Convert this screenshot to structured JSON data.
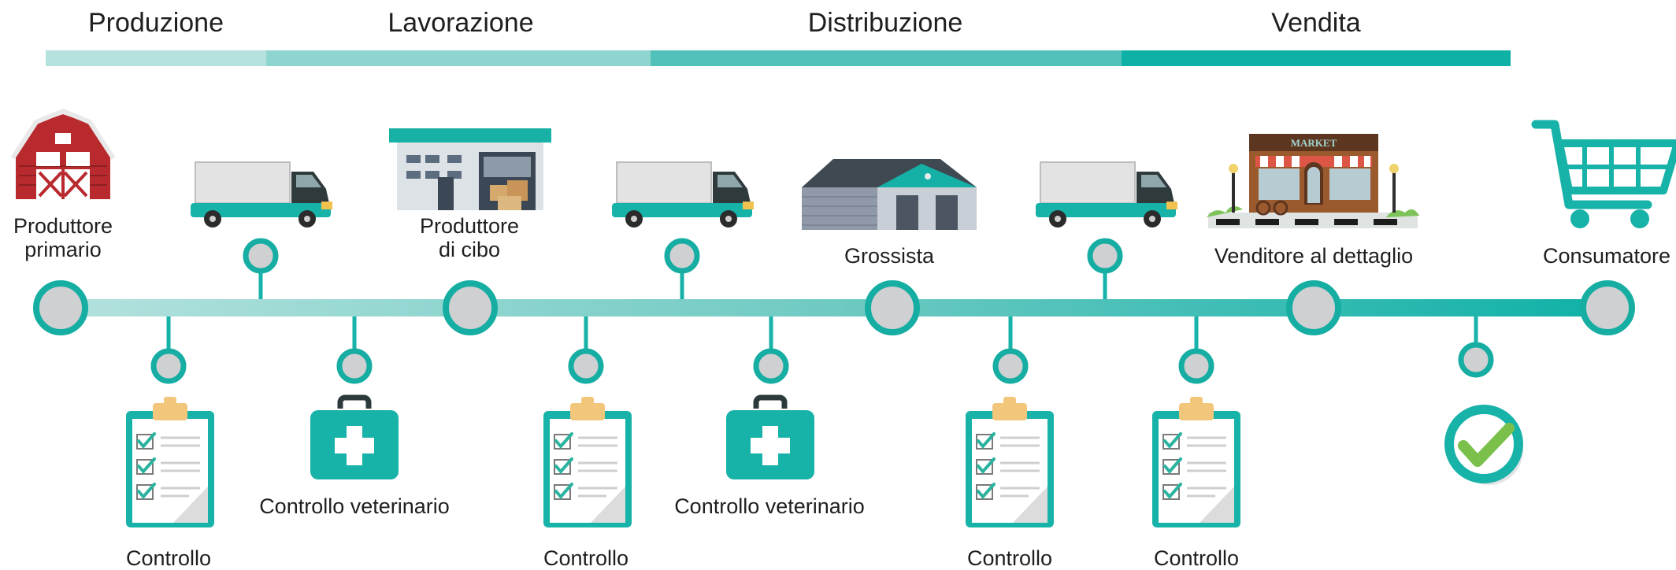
{
  "phases": [
    {
      "label": "Produzione",
      "color": "#a8ddd9"
    },
    {
      "label": "Lavorazione",
      "color": "#7fcfc8"
    },
    {
      "label": "Distribuzione",
      "color": "#45bdb4"
    },
    {
      "label": "Vendita",
      "color": "#0fb1a7"
    }
  ],
  "stages": [
    {
      "label": "Produttore primario",
      "icon": "barn-icon"
    },
    {
      "label": "Produttore di cibo",
      "icon": "factory-icon"
    },
    {
      "label": "Grossista",
      "icon": "warehouse-icon"
    },
    {
      "label": "Venditore al dettaglio",
      "icon": "market-shop-icon",
      "sign": "MARKET"
    },
    {
      "label": "Consumatore",
      "icon": "shopping-cart-icon"
    }
  ],
  "transports": [
    {
      "icon": "truck-icon"
    },
    {
      "icon": "truck-icon"
    },
    {
      "icon": "truck-icon"
    }
  ],
  "checks": [
    {
      "label": "Controllo",
      "icon": "clipboard-checklist-icon"
    },
    {
      "label": "Controllo veterinario",
      "icon": "medical-kit-icon"
    },
    {
      "label": "Controllo",
      "icon": "clipboard-checklist-icon"
    },
    {
      "label": "Controllo veterinario",
      "icon": "medical-kit-icon"
    },
    {
      "label": "Controllo",
      "icon": "clipboard-checklist-icon"
    },
    {
      "label": "Controllo",
      "icon": "clipboard-checklist-icon"
    },
    {
      "label": "",
      "icon": "checkmark-badge-icon"
    }
  ],
  "colors": {
    "teal": "#17b2a8",
    "node_gray": "#cfd0d2",
    "node_ring": "#16ada3",
    "text": "#1f1f1f"
  }
}
